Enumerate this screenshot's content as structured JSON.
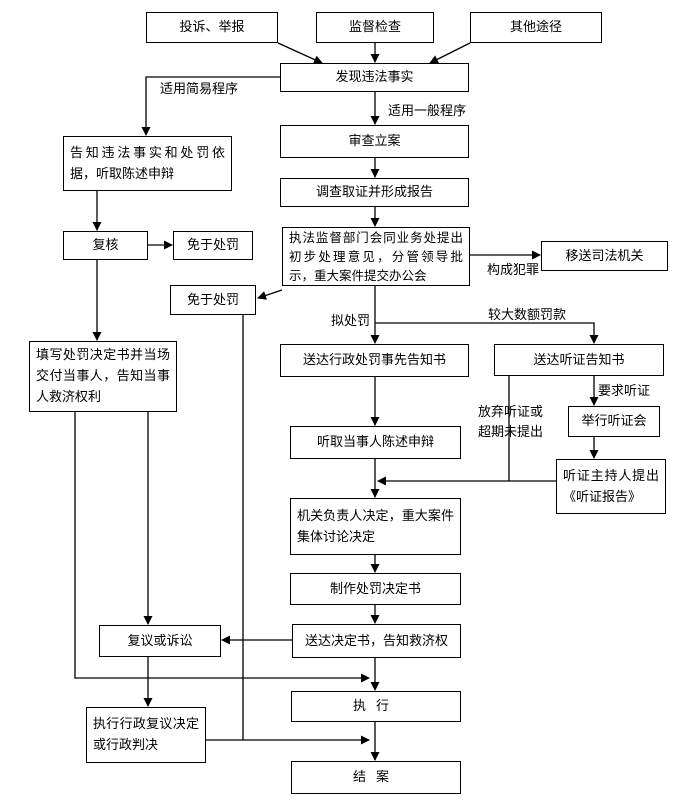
{
  "boxes": {
    "complaint": "投诉、举报",
    "inspection": "监督检查",
    "other_channels": "其他途径",
    "discover": "发现违法事实",
    "file_case": "审查立案",
    "investigate": "调查取证并形成报告",
    "inform_listen": "告知违法事实和处罚依据，听取陈述申辩",
    "review": "复核",
    "exempt_1": "免于处罚",
    "joint_opinion": "执法监督部门会同业务处提出初步处理意见，分管领导批示，重大案件提交办公会",
    "transfer_judicial": "移送司法机关",
    "exempt_2": "免于处罚",
    "onsite_decision": "填写处罚决定书并当场交付当事人，告知当事人救济权利",
    "pre_notice": "送达行政处罚事先告知书",
    "hearing_notice": "送达听证告知书",
    "hold_hearing": "举行听证会",
    "hear_statement": "听取当事人陈述申辩",
    "hearing_report": "听证主持人提出《听证报告》",
    "leader_decision": "机关负责人决定，重大案件集体讨论决定",
    "make_decision": "制作处罚决定书",
    "reconsider_sue": "复议或诉讼",
    "deliver_decision": "送达决定书，告知救济权",
    "execute_ruling": "执行行政复议决定或行政判决",
    "execute": "执行",
    "close": "结案"
  },
  "labels": {
    "simple_procedure": "适用简易程序",
    "general_procedure": "适用一般程序",
    "crime": "构成犯罪",
    "proposed_penalty": "拟处罚",
    "large_fine": "较大数额罚款",
    "request_hearing": "要求听证",
    "waive_hearing": "放弃听证或超期未提出"
  }
}
